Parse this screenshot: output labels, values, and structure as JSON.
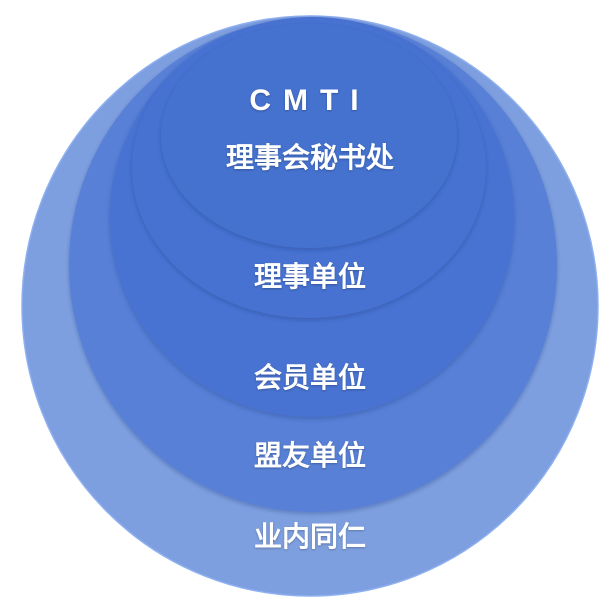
{
  "title": "CMTI",
  "layers": [
    {
      "label": "理事会秘书处",
      "color": "#4472cf"
    },
    {
      "label": "理事单位",
      "color": "#4672d1"
    },
    {
      "label": "会员单位",
      "color": "#4a73d2"
    },
    {
      "label": "盟友单位",
      "color": "#5880d6"
    },
    {
      "label": "业内同仁",
      "color": "#7e9fdf"
    }
  ]
}
